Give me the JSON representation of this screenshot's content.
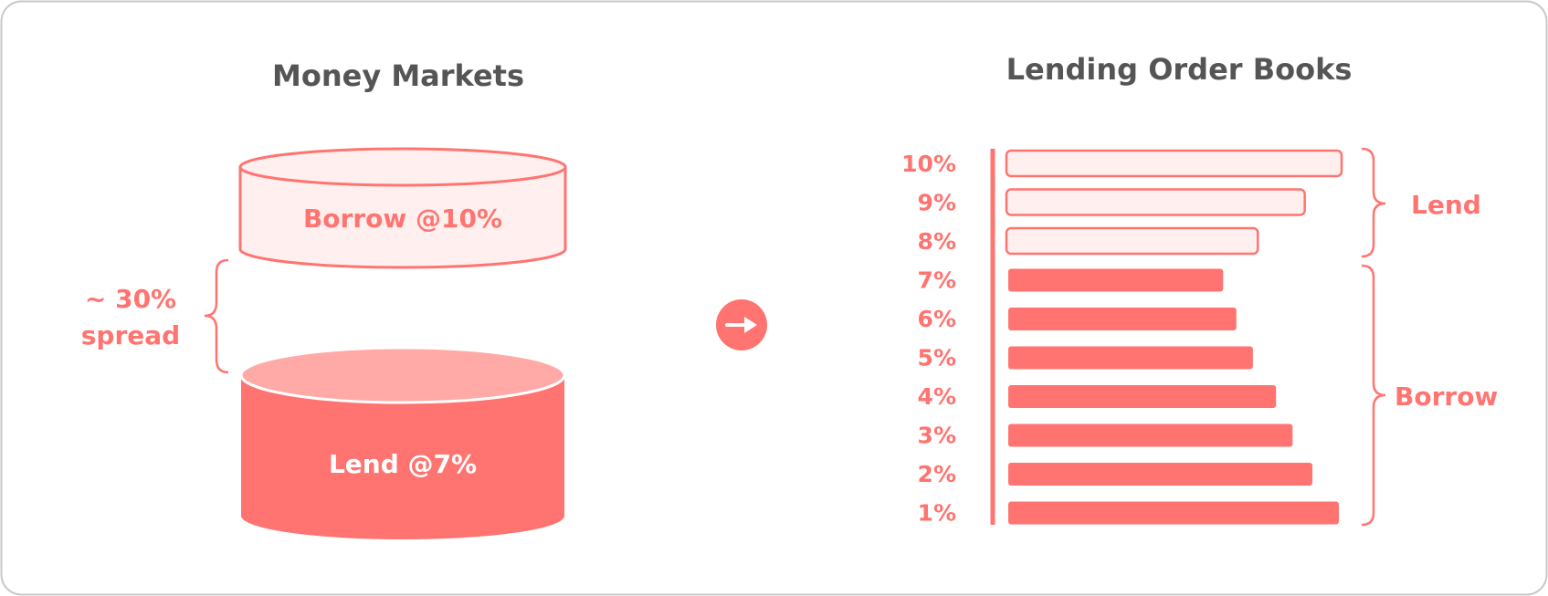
{
  "colors": {
    "accent": "#ff7470",
    "light_fill": "#fff0ef",
    "lid": "#ffaaa6",
    "title": "#555555",
    "frame": "#c8c8c8"
  },
  "money_markets": {
    "title": "Money Markets",
    "borrow_label": "Borrow @10%",
    "lend_label": "Lend @7%",
    "spread_line1": "~ 30%",
    "spread_line2": "spread"
  },
  "arrow": {
    "icon": "arrow-right-icon"
  },
  "order_books": {
    "title": "Lending Order Books",
    "lend_group_label": "Lend",
    "borrow_group_label": "Borrow",
    "lend_rows": [
      {
        "rate": "10%",
        "size": 1.0
      },
      {
        "rate": "9%",
        "size": 0.89
      },
      {
        "rate": "8%",
        "size": 0.75
      }
    ],
    "borrow_rows": [
      {
        "rate": "7%",
        "size": 0.65
      },
      {
        "rate": "6%",
        "size": 0.69
      },
      {
        "rate": "5%",
        "size": 0.74
      },
      {
        "rate": "4%",
        "size": 0.81
      },
      {
        "rate": "3%",
        "size": 0.86
      },
      {
        "rate": "2%",
        "size": 0.92
      },
      {
        "rate": "1%",
        "size": 1.0
      }
    ]
  }
}
